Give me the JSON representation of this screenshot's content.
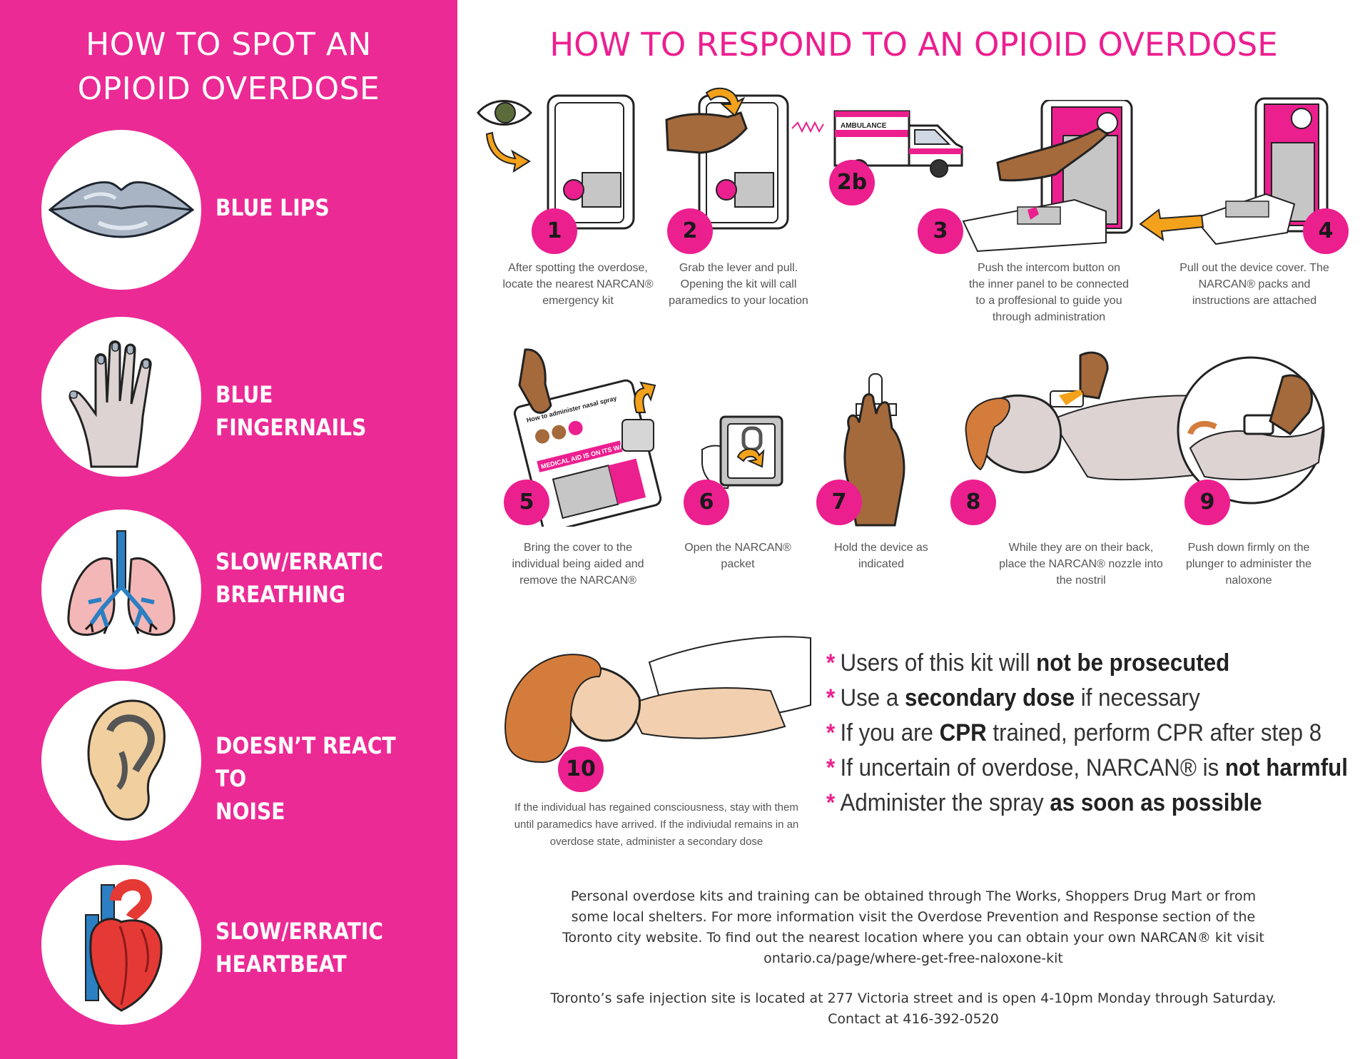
{
  "left": {
    "title_line1": "HOW TO SPOT AN",
    "title_line2": "OPIOID OVERDOSE",
    "symptoms": [
      {
        "line1": "BLUE LIPS",
        "line2": "",
        "icon": "lips-icon"
      },
      {
        "line1": "BLUE FINGERNAILS",
        "line2": "",
        "icon": "hand-icon"
      },
      {
        "line1": "SLOW/ERRATIC",
        "line2": "BREATHING",
        "icon": "lungs-icon"
      },
      {
        "line1": "DOESN’T REACT TO",
        "line2": "NOISE",
        "icon": "ear-icon"
      },
      {
        "line1": "SLOW/ERRATIC",
        "line2": "HEARTBEAT",
        "icon": "heart-icon"
      }
    ],
    "colors": {
      "panel": "#ec2a95",
      "text": "#ffffff"
    }
  },
  "right": {
    "title": "HOW TO RESPOND TO AN OPIOID OVERDOSE",
    "accent": "#ec1f8f",
    "steps": [
      {
        "num": "1",
        "l1": "After spotting the overdose,",
        "l2": "locate the nearest NARCAN®",
        "l3": "emergency kit",
        "l4": ""
      },
      {
        "num": "2",
        "l1": "Grab the lever and pull.",
        "l2": "Opening the kit will call",
        "l3": "paramedics to your location",
        "l4": ""
      },
      {
        "num": "2b",
        "l1": "",
        "l2": "",
        "l3": "",
        "l4": ""
      },
      {
        "num": "3",
        "l1": "Push the intercom button on",
        "l2": "the inner panel to be connected",
        "l3": "to a proffesional to guide you",
        "l4": "through administration"
      },
      {
        "num": "4",
        "l1": "Pull out the device cover. The",
        "l2": "NARCAN® packs and",
        "l3": "instructions are attached",
        "l4": ""
      },
      {
        "num": "5",
        "l1": "Bring the cover to the",
        "l2": "individual being aided and",
        "l3": "remove the NARCAN®",
        "l4": ""
      },
      {
        "num": "6",
        "l1": "Open the NARCAN® packet",
        "l2": "",
        "l3": "",
        "l4": ""
      },
      {
        "num": "7",
        "l1": "Hold the device as",
        "l2": "indicated",
        "l3": "",
        "l4": ""
      },
      {
        "num": "8",
        "l1": "While they are on their back,",
        "l2": "place the NARCAN® nozzle into",
        "l3": "the nostril",
        "l4": ""
      },
      {
        "num": "9",
        "l1": "Push down firmly on the",
        "l2": "plunger to administer the",
        "l3": "naloxone",
        "l4": ""
      },
      {
        "num": "10",
        "l1": "If the individual has regained consciousness, stay with them",
        "l2": "until paramedics have arrived. If the indiviudal remains in an",
        "l3": "overdose state, administer a secondary dose",
        "l4": ""
      }
    ],
    "ambulance_label": "AMBULANCE",
    "packet_text": {
      "title": "How to administer nasal spray",
      "banner": "MEDICAL AID IS ON ITS WAY"
    },
    "notes": [
      {
        "star": "*",
        "pre": "Users of this kit will ",
        "bold": "not be prosecuted",
        "post": ""
      },
      {
        "star": "*",
        "pre": "Use a ",
        "bold": "secondary dose",
        "post": " if necessary"
      },
      {
        "star": "*",
        "pre": "If you are ",
        "bold": "CPR",
        "post": " trained, perform CPR after step 8"
      },
      {
        "star": "*",
        "pre": "If uncertain of overdose, NARCAN® is ",
        "bold": "not harmful",
        "post": ""
      },
      {
        "star": "*",
        "pre": "Administer the spray ",
        "bold": "as soon as possible",
        "post": ""
      }
    ],
    "info": {
      "p1_l1": "Personal overdose kits and  training can be obtained through The Works, Shoppers Drug Mart or from",
      "p1_l2": "some local shelters. For more information visit the Overdose Prevention and Response section of the",
      "p1_l3": "Toronto city website. To find out the nearest location where you can obtain your own NARCAN® kit visit",
      "p1_l4": "ontario.ca/page/where-get-free-naloxone-kit",
      "p2_l1": "Toronto’s safe injection site is located at 277 Victoria street and is open 4-10pm Monday through Saturday.",
      "p2_l2": "Contact at 416-392-0520"
    }
  }
}
